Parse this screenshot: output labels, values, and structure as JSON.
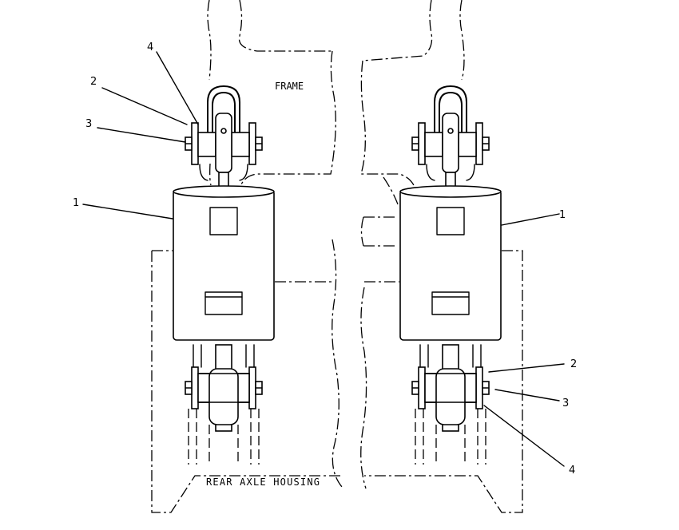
{
  "labels": {
    "frame": "FRAME",
    "rear_axle_housing": "REAR AXLE HOUSING"
  },
  "callouts": {
    "left_1": "1",
    "left_2": "2",
    "left_3": "3",
    "left_4": "4",
    "right_1": "1",
    "right_2": "2",
    "right_3": "3",
    "right_4": "4"
  }
}
